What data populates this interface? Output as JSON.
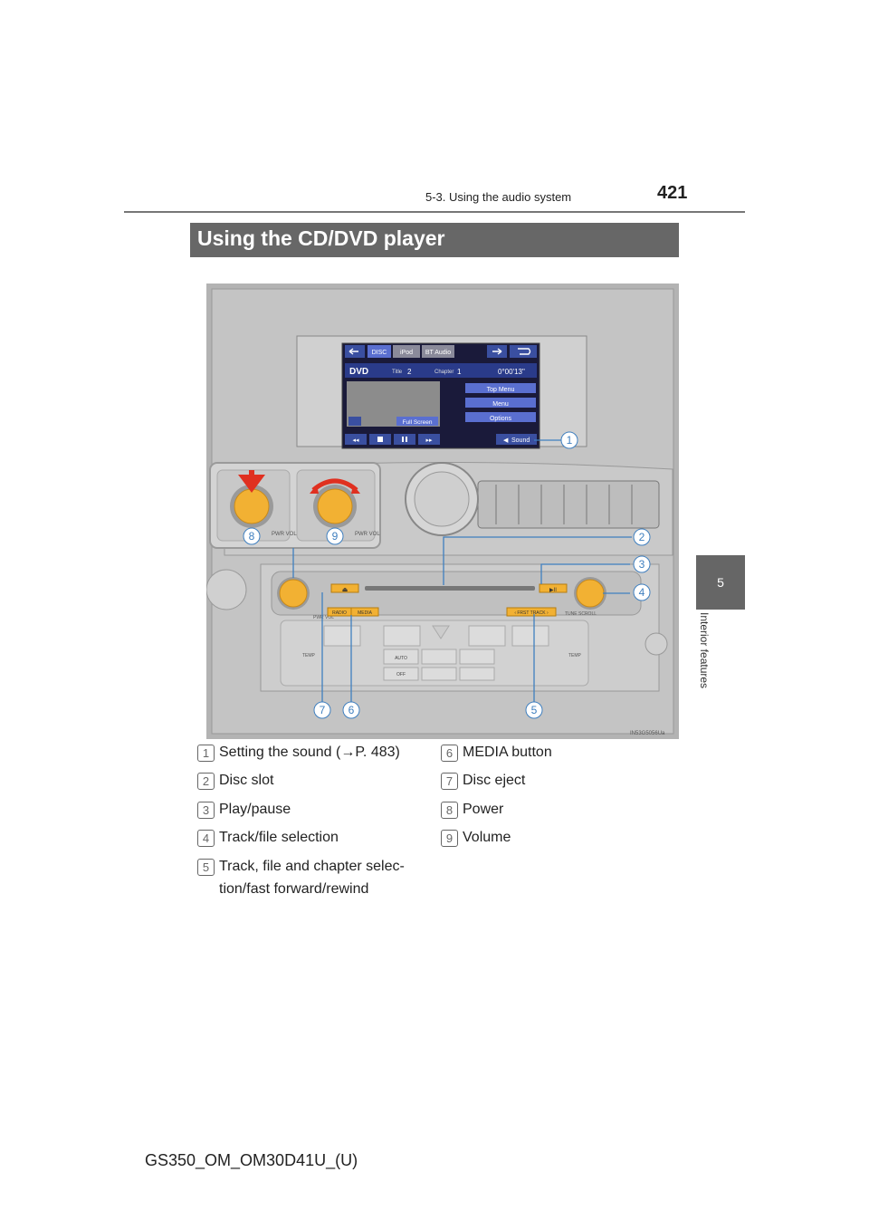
{
  "header": {
    "section": "5-3. Using the audio system",
    "page_number": "421"
  },
  "chapter": {
    "number": "5",
    "label": "Interior features"
  },
  "section_title": "Using the CD/DVD player",
  "figure": {
    "screen": {
      "tabs": [
        "DISC",
        "iPod",
        "BT Audio"
      ],
      "source": "DVD",
      "title_label": "Title",
      "title_value": "2",
      "chapter_label": "Chapter",
      "chapter_value": "1",
      "time": "0°00'13\"",
      "menu_buttons": [
        "Top Menu",
        "Menu",
        "Options"
      ],
      "full_screen": "Full Screen",
      "sound": "Sound"
    },
    "panel_labels": {
      "pwr_vol": "PWR VOL",
      "radio": "RADIO",
      "media": "MEDIA",
      "track": "‹ FRST TRACK ›",
      "tune_scroll": "TUNE SCROLL",
      "temp_left": "TEMP",
      "temp_right": "TEMP",
      "auto": "AUTO",
      "off": "OFF"
    },
    "callouts": [
      "1",
      "2",
      "3",
      "4",
      "5",
      "6",
      "7",
      "8",
      "9"
    ],
    "image_code": "IN53G5056Ua",
    "colors": {
      "knob": "#f2b133",
      "callout_line": "#3f7fbf",
      "arrow": "#e03020"
    }
  },
  "legend": [
    {
      "num": "1",
      "text": "Setting the sound (→P. 483)"
    },
    {
      "num": "2",
      "text": "Disc slot"
    },
    {
      "num": "3",
      "text": "Play/pause"
    },
    {
      "num": "4",
      "text": "Track/file selection"
    },
    {
      "num": "5",
      "text_line1": "Track, file and chapter selec-",
      "text_line2": "tion/fast forward/rewind"
    },
    {
      "num": "6",
      "text": "MEDIA button"
    },
    {
      "num": "7",
      "text": "Disc eject"
    },
    {
      "num": "8",
      "text": "Power"
    },
    {
      "num": "9",
      "text": "Volume"
    }
  ],
  "footer": {
    "code": "GS350_OM_OM30D41U_(U)"
  }
}
